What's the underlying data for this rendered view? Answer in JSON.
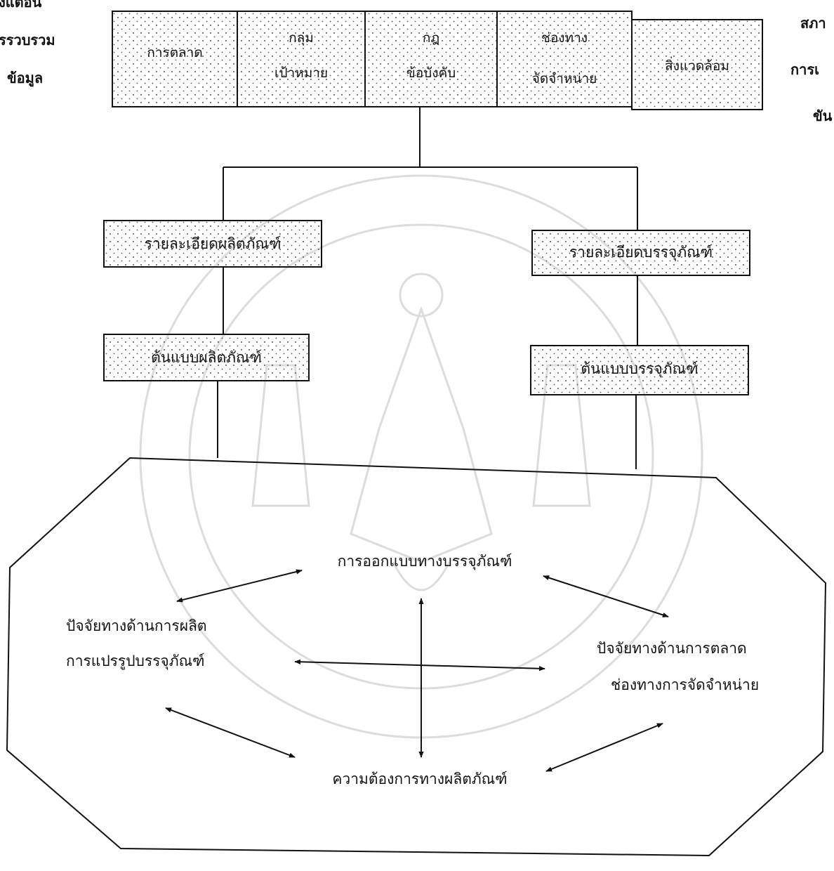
{
  "left_margin": {
    "lines": [
      "งแตอน",
      "รรวบรวม",
      "ข้อมูล"
    ]
  },
  "right_margin": {
    "lines": [
      "สภา",
      "การเ",
      "ขัน"
    ]
  },
  "top_boxes": [
    {
      "lines": [
        "การตลาด"
      ]
    },
    {
      "lines": [
        "กลุ่ม",
        "เป้าหมาย"
      ]
    },
    {
      "lines": [
        "กฎ",
        "ข้อบังคับ"
      ]
    },
    {
      "lines": [
        "ช่องทาง",
        "จัดจำหน่าย"
      ]
    },
    {
      "lines": [
        "สิ่งแวดล้อม"
      ]
    }
  ],
  "product_detail": "รายละเอียดผลิตภัณฑ์",
  "package_detail": "รายละเอียดบรรจุภัณฑ์",
  "product_prototype": "ต้นแบบผลิตภัณฑ์",
  "package_prototype": "ต้นแบบบรรจุภัณฑ์",
  "factors": {
    "packaging_design": "การออกแบบทางบรรจุภัณฑ์",
    "production_factor": [
      "ปัจจัยทางด้านการผลิต",
      "การแปรรูปบรรจุภัณฑ์"
    ],
    "marketing_factor": [
      "ปัจจัยทางด้านการตลาด",
      "ช่องทางการจัดจำหน่าย"
    ],
    "product_requirement": "ความต้องการทางผลิตภัณฑ์"
  },
  "colors": {
    "ink": "#111111",
    "dots": "#555555",
    "watermark": "#d9d9d9"
  }
}
